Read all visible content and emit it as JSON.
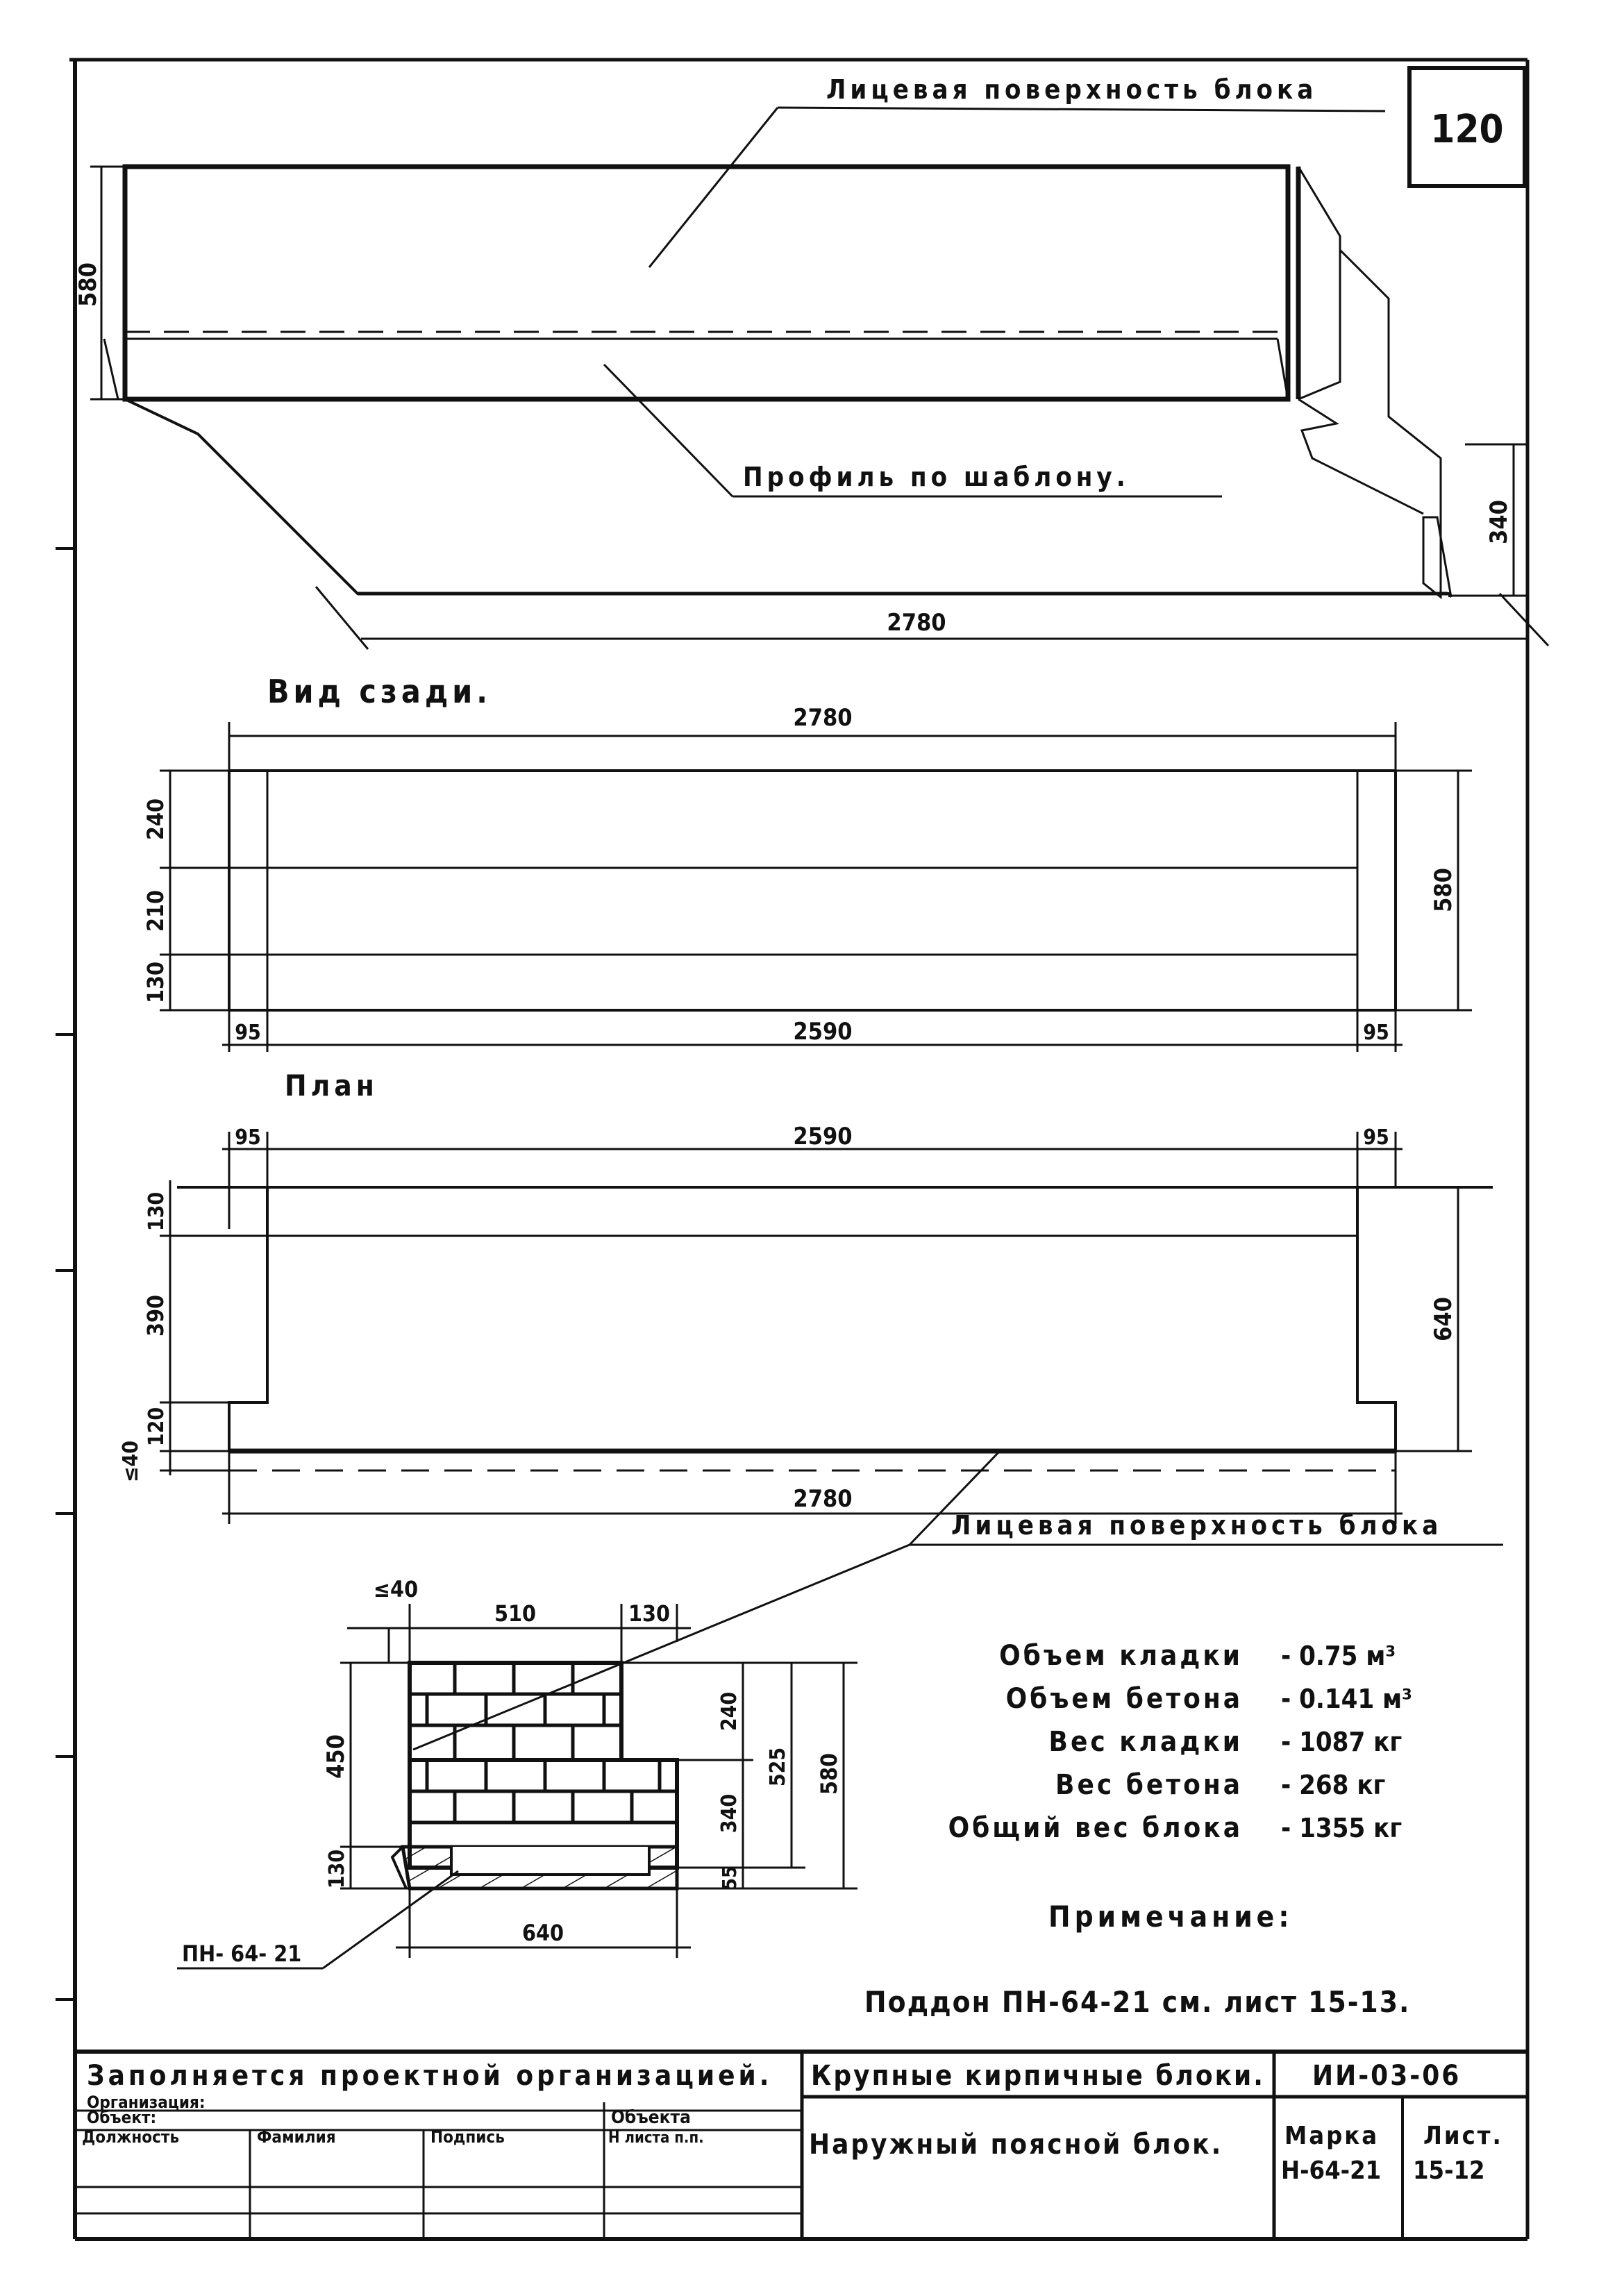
{
  "sheet_number": "120",
  "axon": {
    "face_label": "Лицевая поверхность блока",
    "profile_label": "Профиль по шаблону.",
    "dim_height": "580",
    "dim_depth": "340",
    "dim_length": "2780"
  },
  "back_view": {
    "title": "Вид сзади.",
    "dim_total": "2780",
    "dim_inner": "2590",
    "dim_left": "95",
    "dim_right": "95",
    "dim_v1": "240",
    "dim_v2": "210",
    "dim_v3": "130",
    "dim_height": "580"
  },
  "plan": {
    "title": "План",
    "dim_inner": "2590",
    "dim_left": "95",
    "dim_right": "95",
    "dim_v1": "130",
    "dim_v2": "390",
    "dim_v3": "120",
    "dim_v4": "≤40",
    "dim_depth": "640",
    "dim_total": "2780",
    "face_label": "Лицевая поверхность блока"
  },
  "section": {
    "dim_offset": "≤40",
    "dim_top1": "510",
    "dim_top2": "130",
    "dim_left1": "450",
    "dim_left2": "130",
    "dim_r1": "240",
    "dim_r2": "340",
    "dim_r3": "55",
    "dim_r4": "525",
    "dim_r5": "580",
    "dim_bottom": "640",
    "pallet_label": "ПН- 64- 21"
  },
  "specs": [
    {
      "label": "Объем кладки",
      "value": "- 0.75 м³"
    },
    {
      "label": "Объем бетона",
      "value": "- 0.141 м³"
    },
    {
      "label": "Вес кладки",
      "value": "- 1087 кг"
    },
    {
      "label": "Вес бетона",
      "value": "- 268 кг"
    },
    {
      "label": "Общий вес блока",
      "value": "- 1355 кг"
    }
  ],
  "note_title": "Примечание:",
  "note_text": "Поддон ПН-64-21 см. лист 15-13.",
  "title_block": {
    "fill_note": "Заполняется проектной организацией.",
    "org_label": "Организация:",
    "object_label": "Объект:",
    "object_code_label": "Объекта",
    "col_position": "Должность",
    "col_surname": "Фамилия",
    "col_signature": "Подпись",
    "col_sheet": "Н листа п.п.",
    "series_title": "Крупные кирпичные блоки.",
    "series_code": "ИИ-03-06",
    "drawing_title": "Наружный поясной блок.",
    "mark_label": "Марка",
    "mark_value": "Н-64-21",
    "sheet_label": "Лист.",
    "sheet_value": "15-12"
  }
}
